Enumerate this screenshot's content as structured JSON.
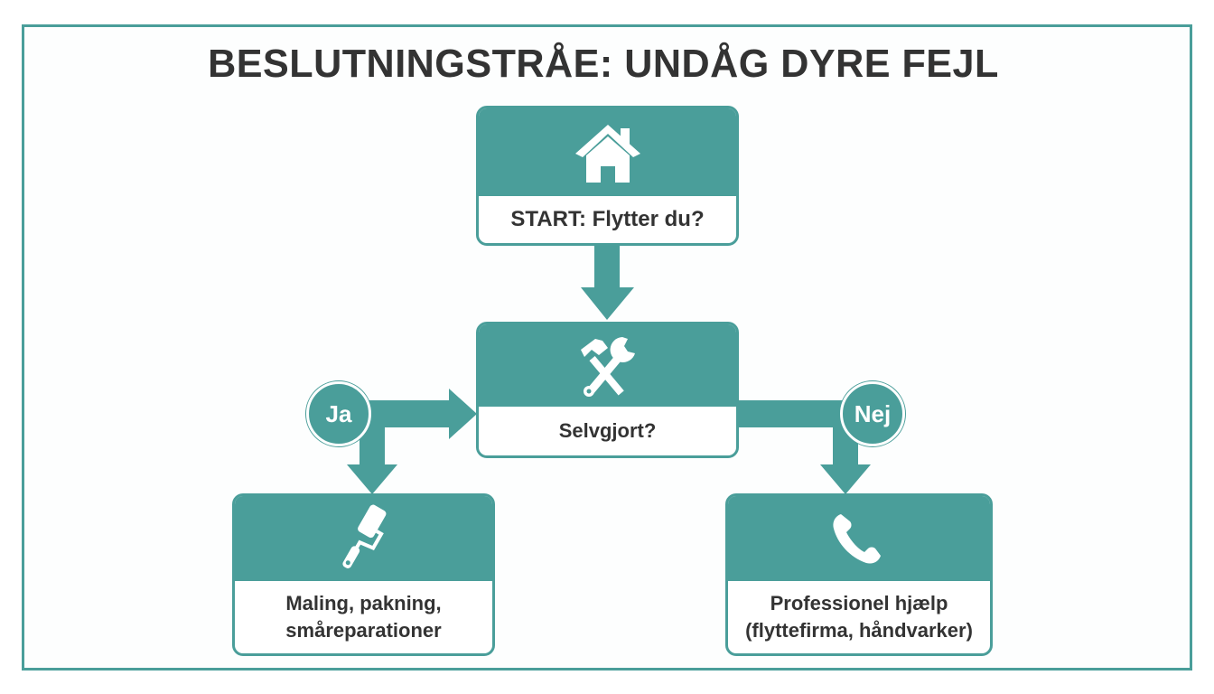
{
  "title": "BESLUTNINGSTRÅE: UNDÅG DYRE FEJL",
  "colors": {
    "accent": "#4a9e9a",
    "text": "#333333",
    "background": "#ffffff"
  },
  "nodes": {
    "start": {
      "icon": "house-icon",
      "label": "START: Flytter du?"
    },
    "decision": {
      "icon": "hammer-wrench-icon",
      "label": "Selvgjort?"
    },
    "diy": {
      "icon": "paint-roller-icon",
      "line1": "Maling, pakning,",
      "line2": "småreparationer"
    },
    "pro": {
      "icon": "phone-icon",
      "line1": "Professionel hjælp",
      "line2": "(flyttefirma, håndvarker)"
    }
  },
  "branches": {
    "yes": "Ja",
    "no": "Nej"
  }
}
